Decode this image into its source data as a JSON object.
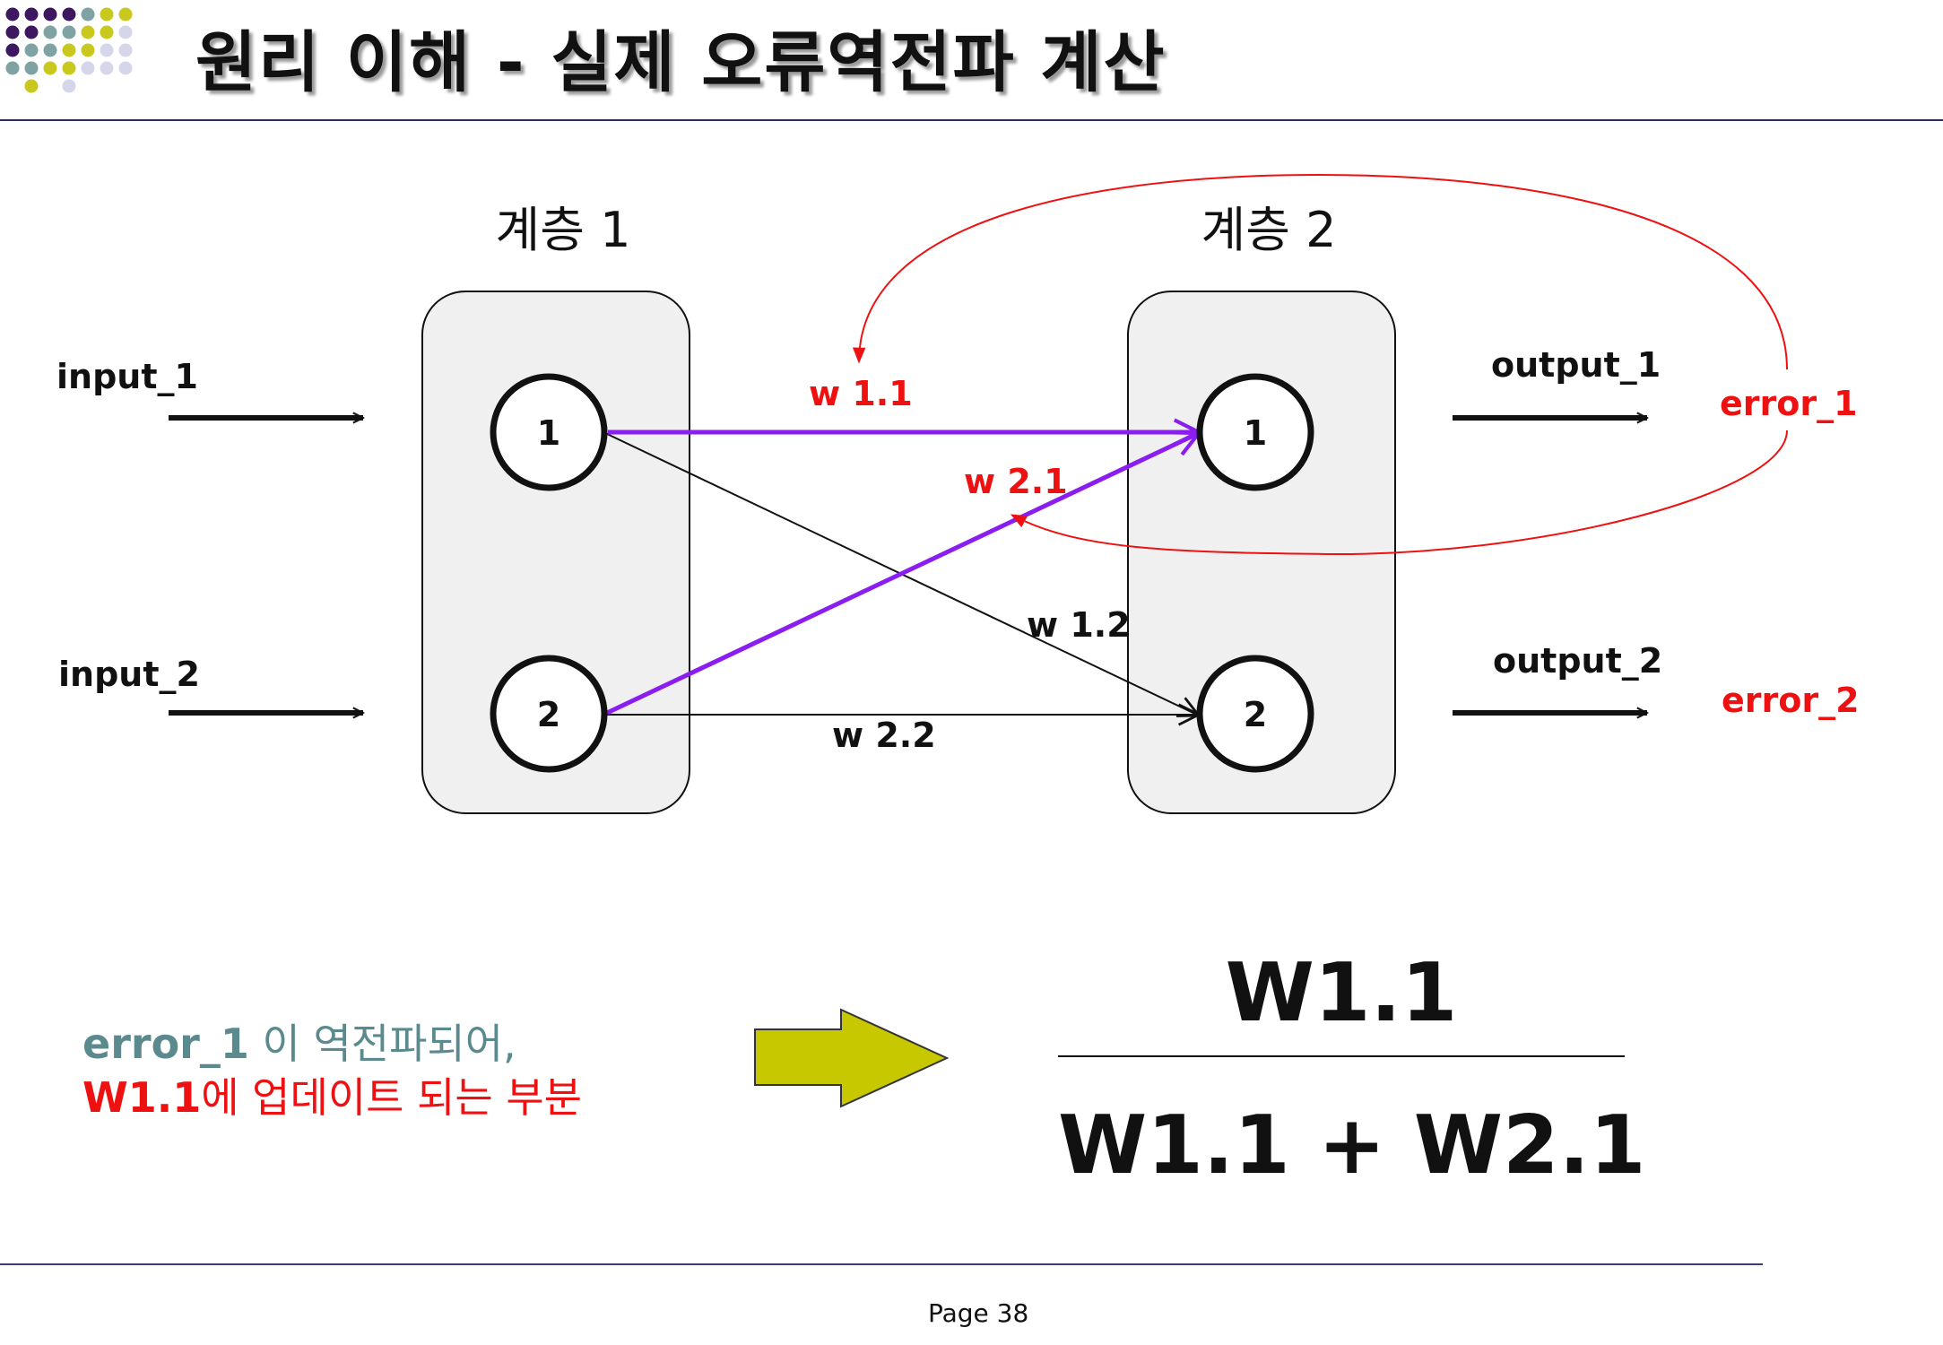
{
  "slide": {
    "title": "원리 이해 - 실제 오류역전파 계산",
    "page": "Page 38"
  },
  "diagram": {
    "layer1_label": "계층 1",
    "layer2_label": "계층 2",
    "inputs": [
      "input_1",
      "input_2"
    ],
    "outputs": [
      "output_1",
      "output_2"
    ],
    "errors": [
      "error_1",
      "error_2"
    ],
    "layer1_nodes": [
      "1",
      "2"
    ],
    "layer2_nodes": [
      "1",
      "2"
    ],
    "weights": {
      "w11": "w 1.1",
      "w21": "w 2.1",
      "w12": "w 1.2",
      "w22": "w 2.2"
    }
  },
  "caption": {
    "line1_lead": "error_1",
    "line1_rest": " 이 역전파되어,",
    "line2_lead": "W1.1",
    "line2_rest": "에  업데이트 되는 부분"
  },
  "formula": {
    "numerator": "W1.1",
    "denominator": "W1.1 + W2.1"
  },
  "colors": {
    "error": "#ee1111",
    "highlight_edge": "#8a1ef0",
    "arrow_fill": "#c8c800",
    "caption_teal": "#5b8a8e",
    "dot_purple": "#3d1760",
    "dot_olive": "#c8c81e",
    "dot_teal": "#7fa3a3",
    "dot_lavender": "#d6d6ea"
  }
}
